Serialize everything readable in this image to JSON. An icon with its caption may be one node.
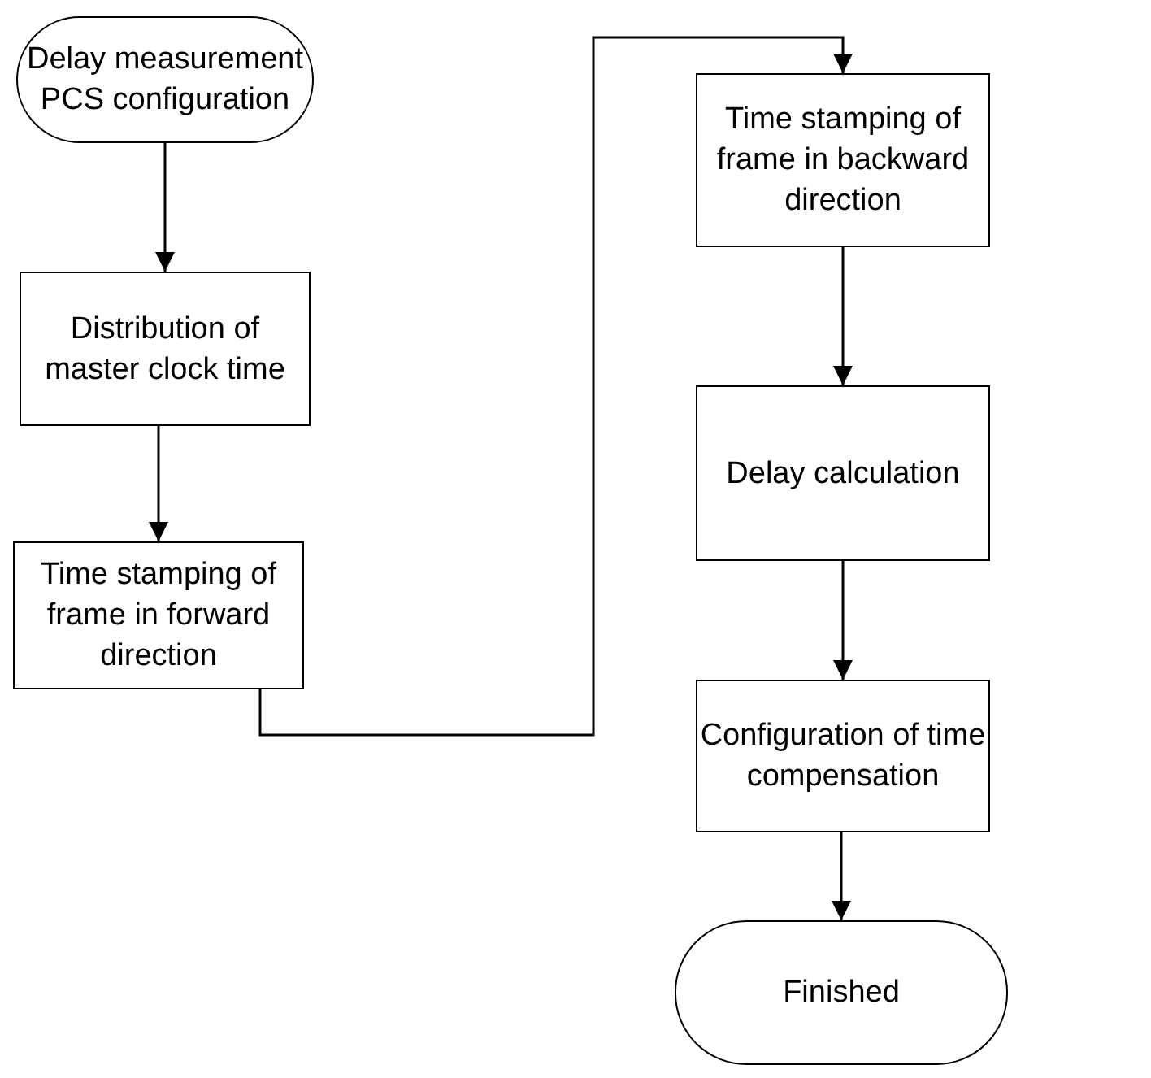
{
  "diagram": {
    "nodes": [
      {
        "text": [
          "Delay measurement PCS configuration"
        ]
      },
      {
        "text": [
          "Distribution of master clock time"
        ]
      },
      {
        "text": [
          "Time stamping of frame in forward direction"
        ]
      },
      {
        "text": [
          "Time stamping of frame in backward direction"
        ]
      },
      {
        "text": [
          "Delay calculation"
        ]
      },
      {
        "text": [
          "Configuration of time compensation"
        ]
      },
      {
        "text": [
          "Finished"
        ]
      }
    ],
    "edges": [
      {
        "from": 0,
        "to": 1,
        "arrow": "to"
      },
      {
        "from": 1,
        "to": 2,
        "arrow": "to"
      },
      {
        "from": 2,
        "to": 3,
        "arrow": "to"
      },
      {
        "from": 3,
        "to": 4,
        "arrow": "to"
      },
      {
        "from": 4,
        "to": 5,
        "arrow": "to"
      },
      {
        "from": 5,
        "to": 6,
        "arrow": "to"
      }
    ]
  }
}
